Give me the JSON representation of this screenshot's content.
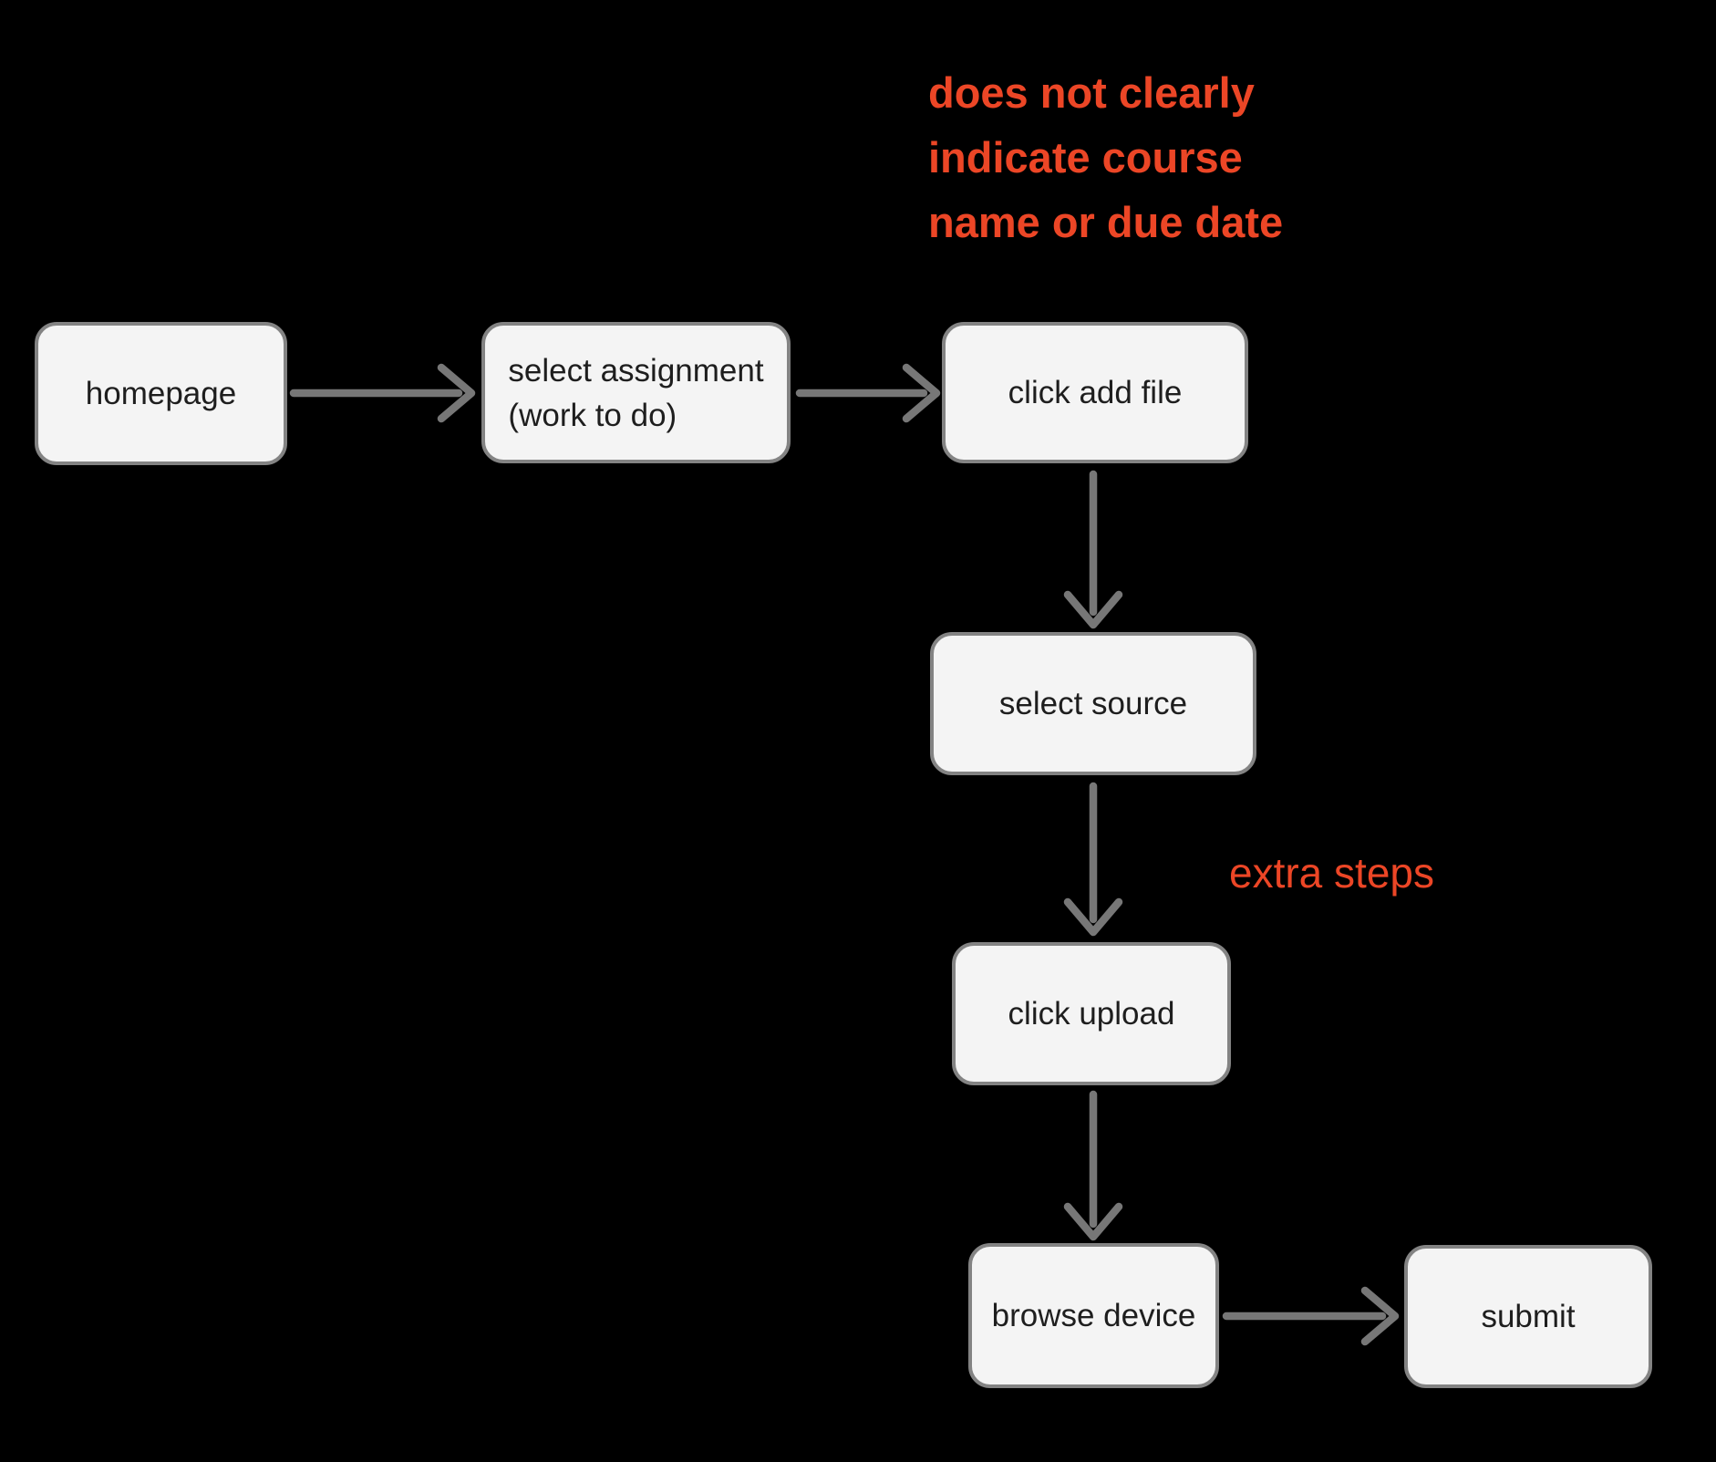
{
  "colors": {
    "background": "#000000",
    "node_fill": "#f4f4f4",
    "node_border": "#838383",
    "node_text": "#1e1e1e",
    "arrow": "#777777",
    "annotation": "#ec4626"
  },
  "annotations": {
    "add_file_note_lines": [
      "does not clearly",
      "indicate course",
      "name or due date"
    ],
    "extra_steps_note": "extra steps"
  },
  "nodes": {
    "homepage": {
      "label": "homepage"
    },
    "select_assignment": {
      "label_line1": "select assignment",
      "label_line2": "(work to do)"
    },
    "click_add_file": {
      "label": "click add file"
    },
    "select_source": {
      "label": "select source"
    },
    "click_upload": {
      "label": "click upload"
    },
    "browse_device": {
      "label": "browse device"
    },
    "submit": {
      "label": "submit"
    }
  },
  "edges": [
    {
      "from": "homepage",
      "to": "select_assignment"
    },
    {
      "from": "select_assignment",
      "to": "click_add_file"
    },
    {
      "from": "click_add_file",
      "to": "select_source"
    },
    {
      "from": "select_source",
      "to": "click_upload"
    },
    {
      "from": "click_upload",
      "to": "browse_device"
    },
    {
      "from": "browse_device",
      "to": "submit"
    }
  ]
}
